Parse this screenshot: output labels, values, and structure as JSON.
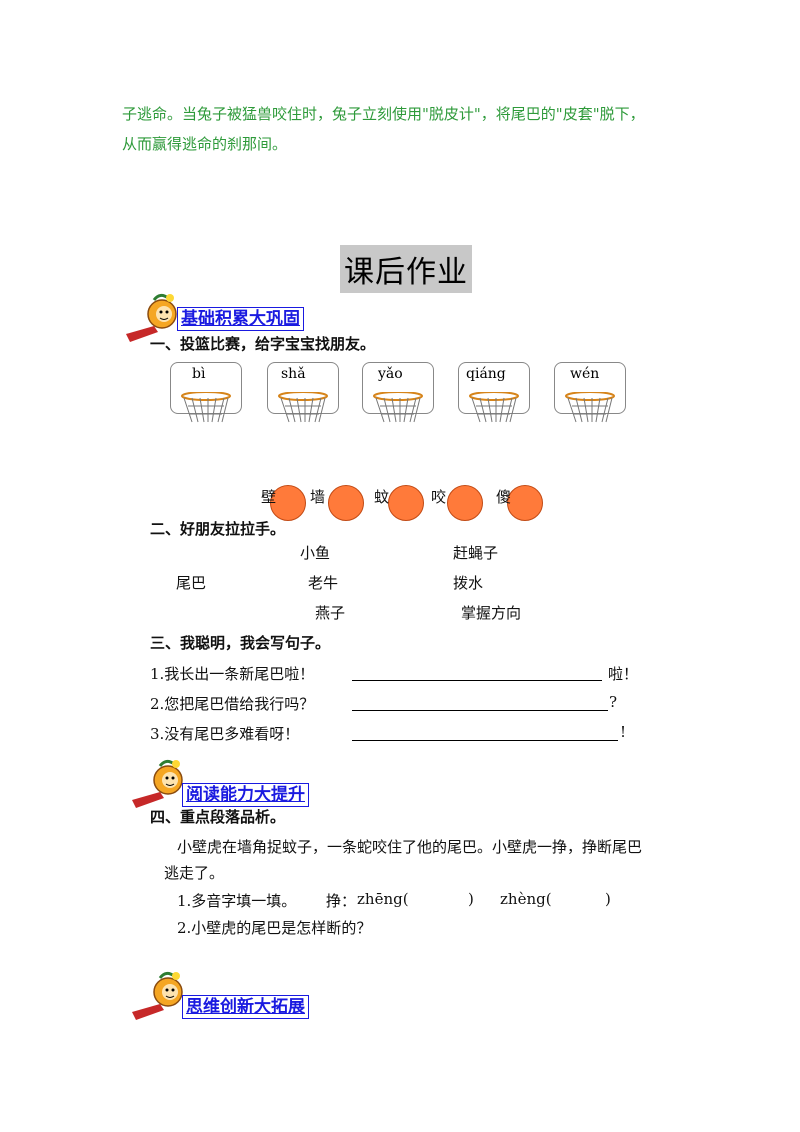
{
  "intro": {
    "line1": "子逃命。当兔子被猛兽咬住时，兔子立刻使用\"脱皮计\"，将尾巴的\"皮套\"脱下，",
    "line2": "从而赢得逃命的刹那间。"
  },
  "heading": "课后作业",
  "banners": {
    "basic": "基础积累大巩固",
    "reading": "阅读能力大提升",
    "thinking": "思维创新大拓展"
  },
  "section1": {
    "title": "一、投篮比赛，给字宝宝找朋友。",
    "pinyin": [
      "bì",
      "shǎ",
      "yǎo",
      "qiáng",
      "wén"
    ],
    "chars": [
      "壁",
      "墙",
      "蚊",
      "咬",
      "傻"
    ]
  },
  "section2": {
    "title": "二、好朋友拉拉手。",
    "left": "尾巴",
    "middle": [
      "小鱼",
      "老牛",
      "燕子"
    ],
    "right": [
      "赶蝇子",
      "拨水",
      "掌握方向"
    ]
  },
  "section3": {
    "title": "三、我聪明，我会写句子。",
    "items": [
      {
        "prompt": "1.我长出一条新尾巴啦！",
        "end": "啦！"
      },
      {
        "prompt": "2.您把尾巴借给我行吗？",
        "end": "?"
      },
      {
        "prompt": "3.没有尾巴多难看呀！",
        "end": "!"
      }
    ]
  },
  "section4": {
    "title": "四、重点段落品析。",
    "para_line1": "小壁虎在墙角捉蚊子，一条蛇咬住了他的尾巴。小壁虎一挣，挣断尾巴",
    "para_line2": "逃走了。",
    "q1_label": "1.多音字填一填。",
    "q1_char": "挣：",
    "q1_p1": "zhēng(",
    "q1_p1_close": ")",
    "q1_p2": "zhèng(",
    "q1_p2_close": ")",
    "q2": "2.小壁虎的尾巴是怎样断的？"
  },
  "colors": {
    "green_text": "#2e9a3a",
    "banner_blue": "#1a1ae0",
    "ball": "#ff7a3a"
  }
}
